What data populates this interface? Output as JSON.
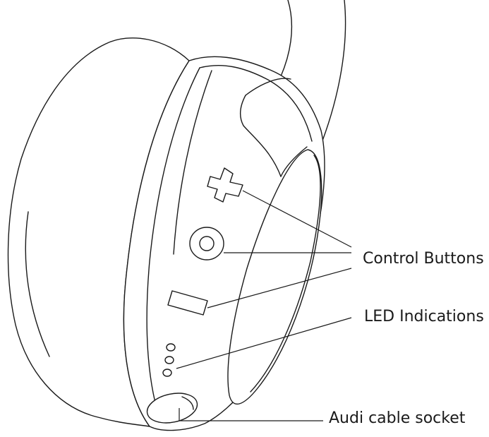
{
  "labels": {
    "control_buttons": "Control Buttons",
    "led_indications": "LED Indications",
    "audio_cable_socket": "Audi cable socket"
  }
}
